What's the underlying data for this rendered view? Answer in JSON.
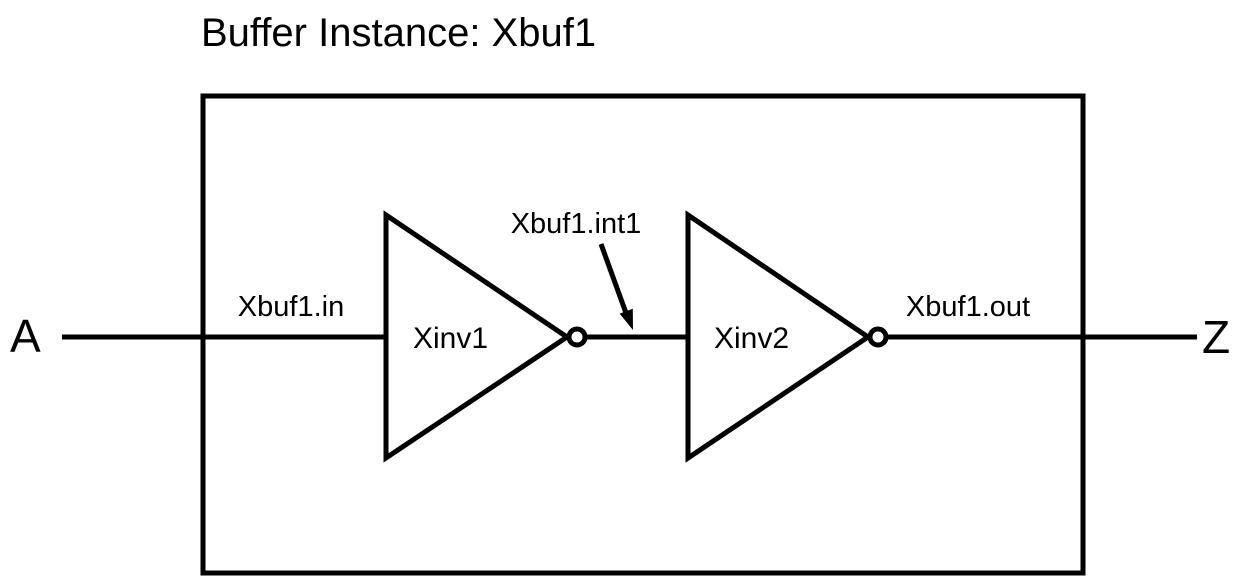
{
  "diagram": {
    "title": "Buffer Instance: Xbuf1",
    "ports": {
      "input": "A",
      "output": "Z"
    },
    "nets": {
      "input": "Xbuf1.in",
      "internal": "Xbuf1.int1",
      "output": "Xbuf1.out"
    },
    "instances": {
      "inverter1": "Xinv1",
      "inverter2": "Xinv2"
    },
    "colors": {
      "line": "#000000",
      "text": "#000000",
      "background": "#ffffff"
    }
  }
}
